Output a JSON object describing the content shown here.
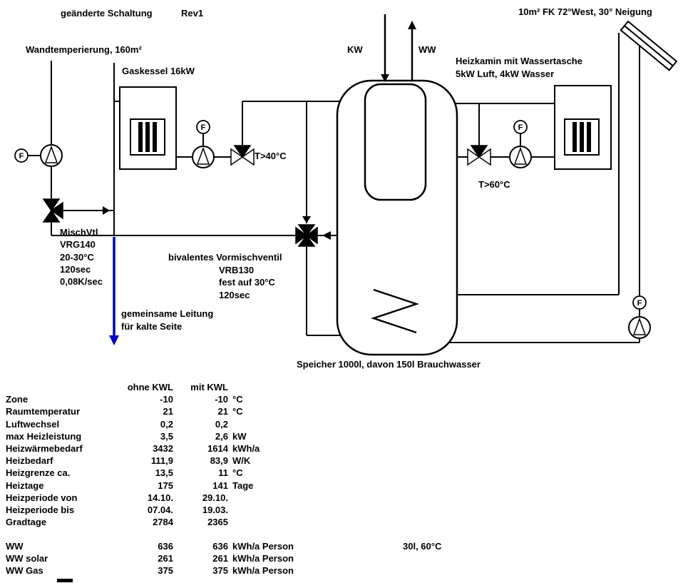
{
  "header": {
    "changed_circuit": "geänderte Schaltung",
    "rev": "Rev1",
    "collector_note": "10m² FK 72°West, 30° Neigung"
  },
  "diagram": {
    "labels": {
      "wall_heating": "Wandtemperierung, 160m²",
      "boiler": "Gaskessel 16kW",
      "kw": "KW",
      "ww": "WW",
      "stove_1": "Heizkamin mit Wassertasche",
      "stove_2": "5kW Luft, 4kW Wasser",
      "t40": "T>40°C",
      "t60": "T>60°C",
      "mix_valve_lines": [
        "MischVtl",
        "VRG140",
        "20-30°C",
        "120sec",
        "0,08K/sec"
      ],
      "premix_title": "bivalentes Vormischventil",
      "premix_lines": [
        "VRB130",
        "fest auf 30°C",
        "120sec"
      ],
      "common_line_1": "gemeinsame Leitung",
      "common_line_2": "für kalte Seite",
      "storage": "Speicher 1000l, davon 150l Brauchwasser",
      "sensor": "F"
    },
    "colors": {
      "pipe": "#000000",
      "cold_line_arrow": "#0000cc"
    }
  },
  "table": {
    "col_headers": [
      "ohne KWL",
      "mit KWL"
    ],
    "rows": [
      {
        "label": "Zone",
        "ohne": "-10",
        "mit": "-10",
        "unit": "°C"
      },
      {
        "label": "Raumtemperatur",
        "ohne": "21",
        "mit": "21",
        "unit": "°C"
      },
      {
        "label": "Luftwechsel",
        "ohne": "0,2",
        "mit": "0,2",
        "unit": ""
      },
      {
        "label": "max Heizleistung",
        "ohne": "3,5",
        "mit": "2,6",
        "unit": "kW"
      },
      {
        "label": "Heizwärmebedarf",
        "ohne": "3432",
        "mit": "1614",
        "unit": "kWh/a"
      },
      {
        "label": "Heizbedarf",
        "ohne": "111,9",
        "mit": "83,9",
        "unit": "W/K"
      },
      {
        "label": "Heizgrenze ca.",
        "ohne": "13,5",
        "mit": "11",
        "unit": "°C"
      },
      {
        "label": "Heiztage",
        "ohne": "175",
        "mit": "141",
        "unit": "Tage"
      },
      {
        "label": "Heizperiode von",
        "ohne": "14.10.",
        "mit": "29.10.",
        "unit": ""
      },
      {
        "label": "Heizperiode bis",
        "ohne": "07.04.",
        "mit": "19.03.",
        "unit": ""
      },
      {
        "label": "Gradtage",
        "ohne": "2784",
        "mit": "2365",
        "unit": ""
      }
    ],
    "ww_rows": [
      {
        "label": "WW",
        "ohne": "636",
        "mit": "636",
        "unit": "kWh/a Person",
        "note": "30l, 60°C"
      },
      {
        "label": "WW solar",
        "ohne": "261",
        "mit": "261",
        "unit": "kWh/a Person",
        "note": ""
      },
      {
        "label": "WW Gas",
        "ohne": "375",
        "mit": "375",
        "unit": "kWh/a Person",
        "note": ""
      }
    ]
  }
}
